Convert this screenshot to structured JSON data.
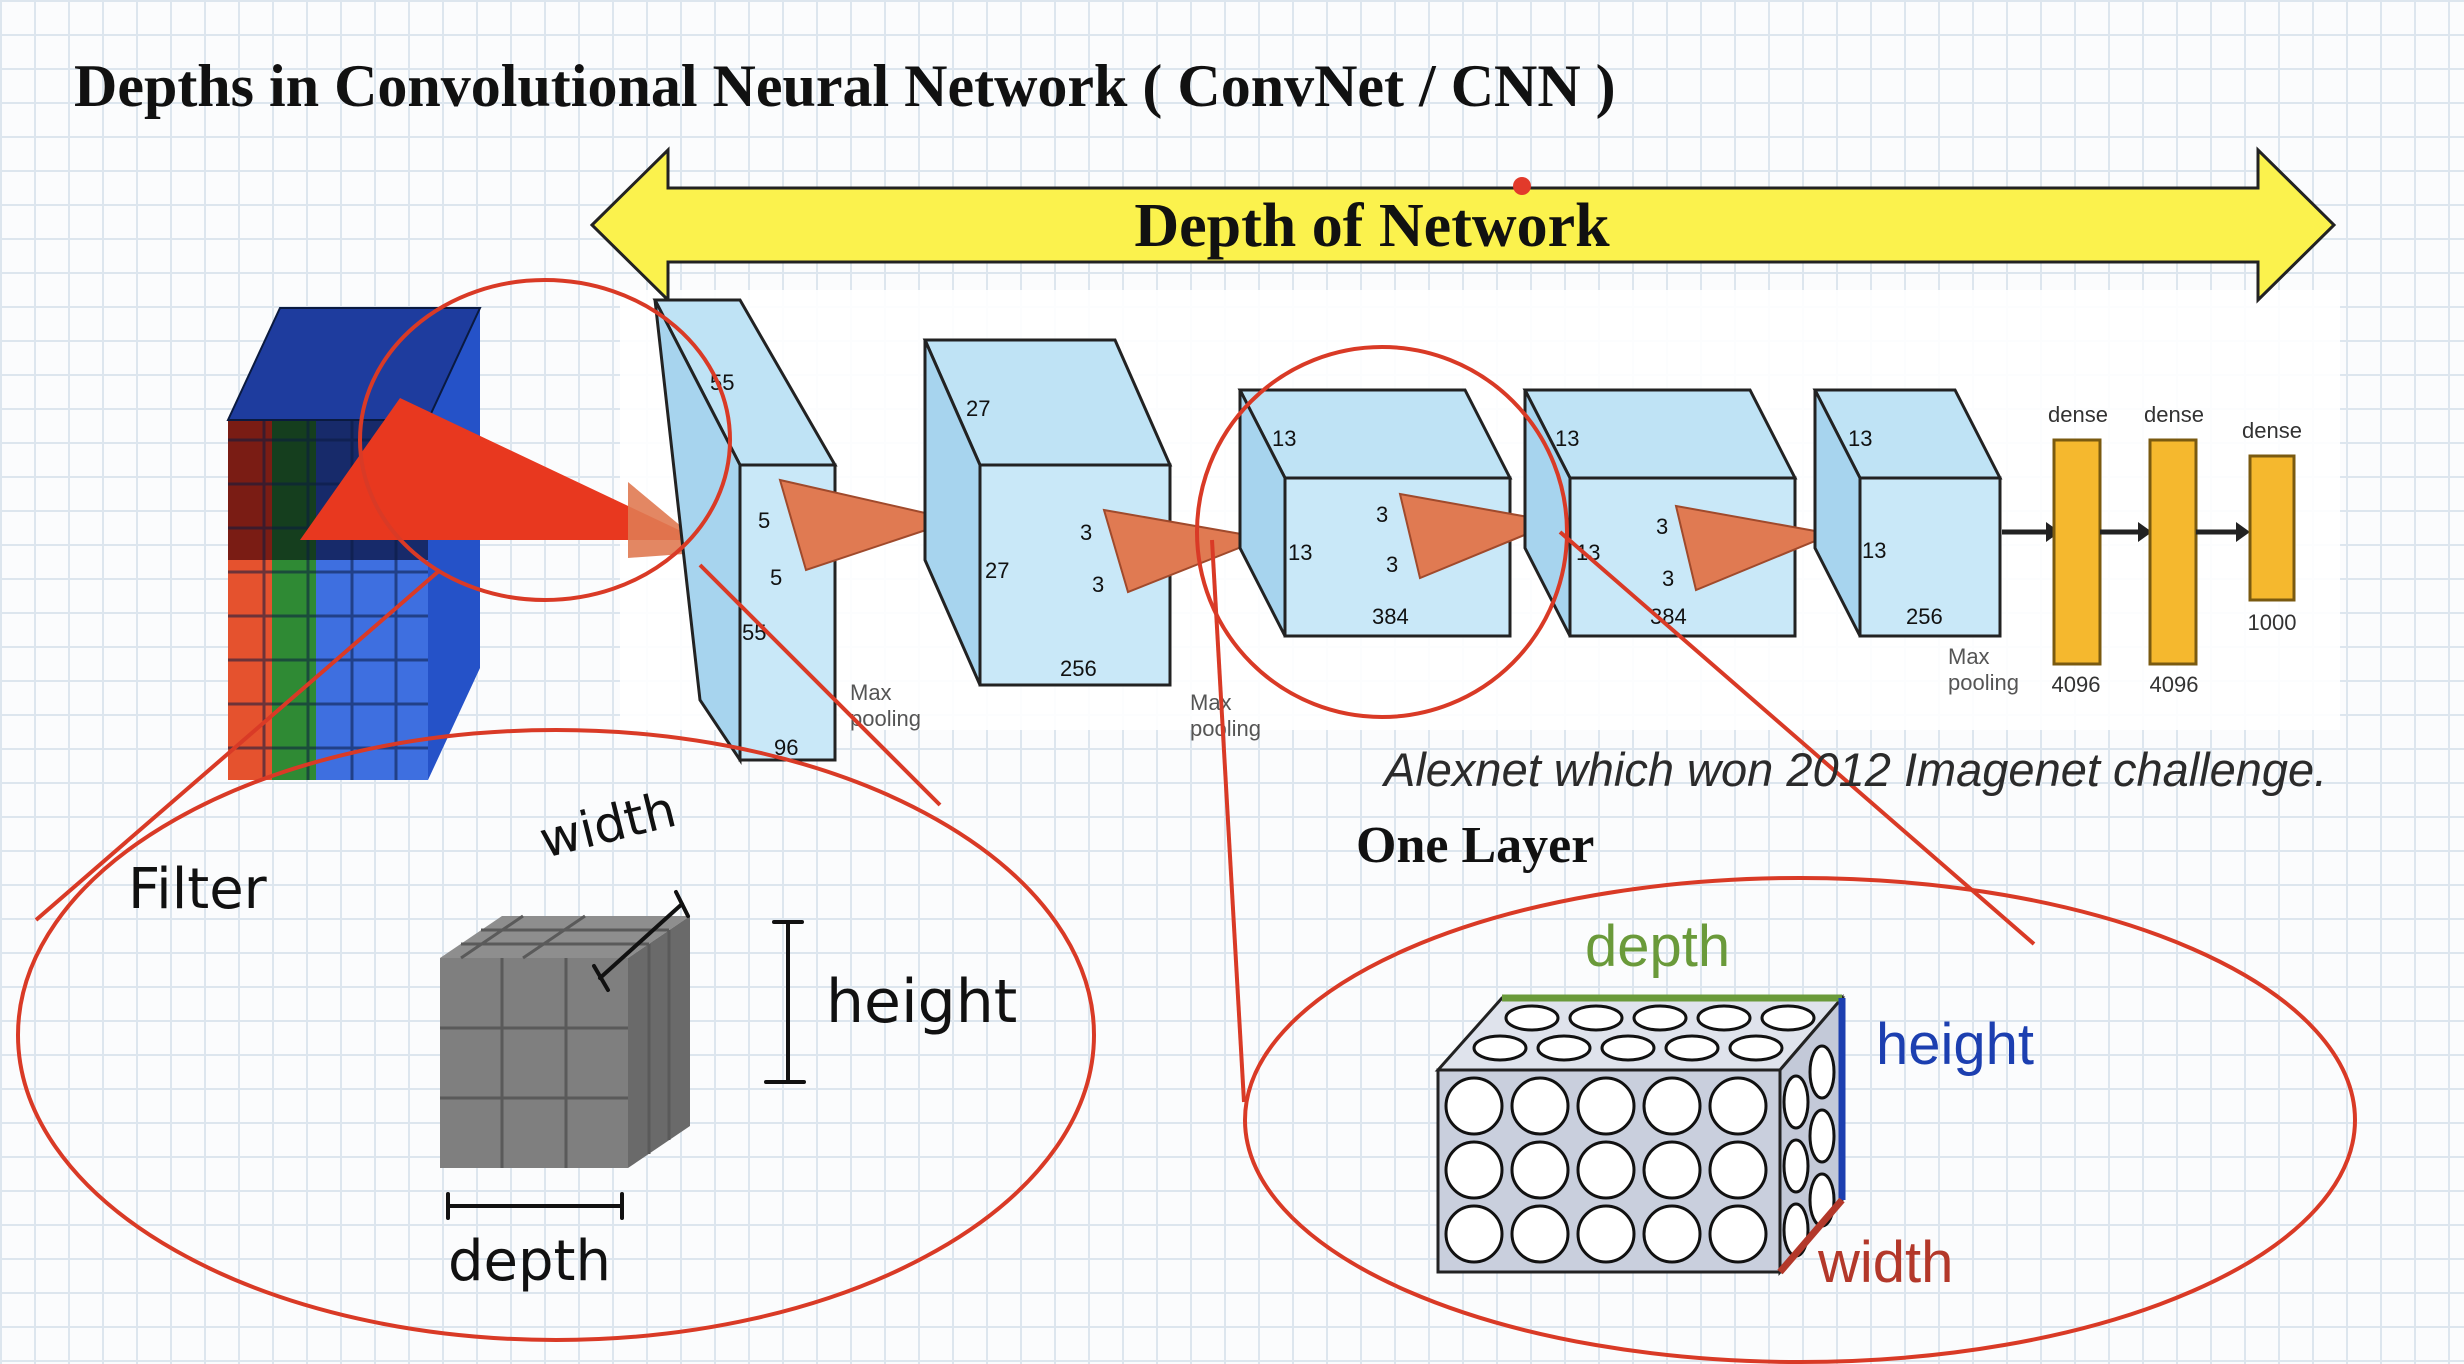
{
  "title": "Depths in Convolutional Neural Network ( ConvNet / CNN )",
  "depth_arrow": {
    "label": "Depth of Network",
    "color": "#fbf24d"
  },
  "alexnet": {
    "caption": "Alexnet which won 2012 Imagenet challenge.",
    "layer1": {
      "top": "55",
      "side": "55",
      "depth": "96",
      "kernel_a": "5",
      "kernel_b": "5"
    },
    "layer2": {
      "top": "27",
      "side": "27",
      "depth": "256",
      "kernel_a": "3",
      "kernel_b": "3"
    },
    "layer3": {
      "top": "13",
      "side": "13",
      "depth": "384",
      "kernel_a": "3",
      "kernel_b": "3"
    },
    "layer4": {
      "top": "13",
      "side": "13",
      "depth": "384",
      "kernel_a": "3",
      "kernel_b": "3"
    },
    "layer5": {
      "top": "13",
      "side": "13",
      "depth": "256"
    },
    "pooling": "Max pooling",
    "pool_line1": "Max",
    "pool_line2": "pooling",
    "dense_label": "dense",
    "dense1": "4096",
    "dense2": "4096",
    "dense3": "1000",
    "box_color": "#bfe3f5",
    "dense_color": "#f5b82e",
    "filter_color": "#e07a52"
  },
  "filter_zoom": {
    "label": "Filter",
    "width": "width",
    "height": "height",
    "depth": "depth"
  },
  "layer_zoom": {
    "heading": "One Layer",
    "depth": "depth",
    "height": "height",
    "width": "width"
  },
  "colors": {
    "highlight_red": "#d93a26",
    "depth_green": "#6a9a3a",
    "height_blue": "#1c3fb0",
    "width_red": "#b3382a"
  }
}
